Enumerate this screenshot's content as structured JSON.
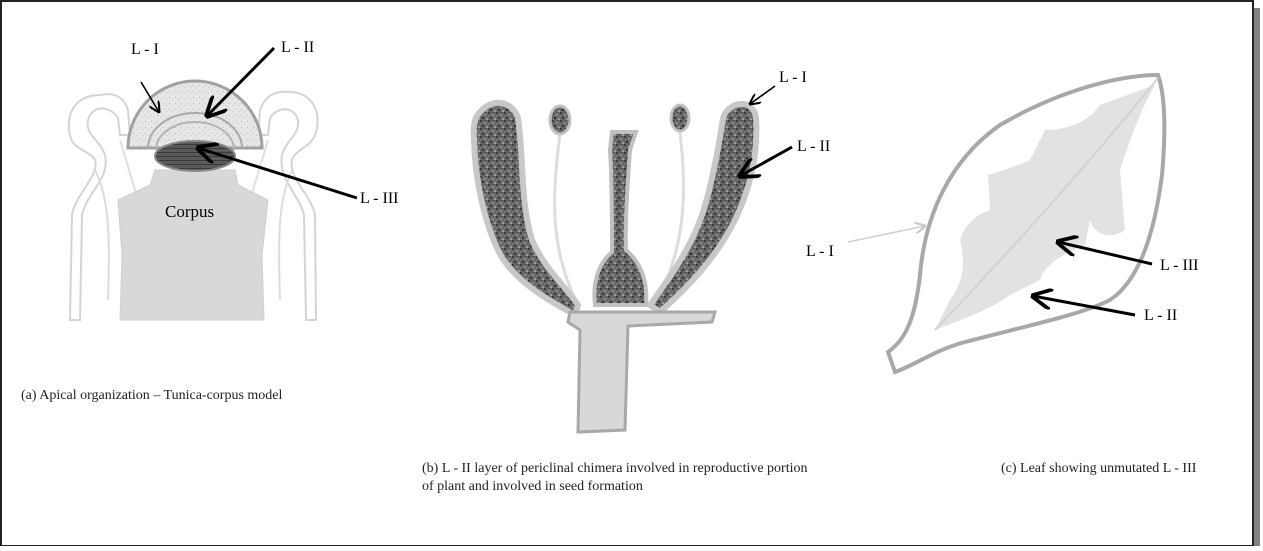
{
  "labels": {
    "l1": "L - I",
    "l2": "L - II",
    "l3": "L - III",
    "corpus": "Corpus"
  },
  "captions": {
    "a": "(a) Apical organization – Tunica-corpus model",
    "b": "(b) L - II layer of periclinal chimera involved in reproductive portion of plant and involved in seed formation",
    "c": "(c) Leaf showing unmutated L - III"
  },
  "colors": {
    "border": "#222222",
    "shadow": "#808080",
    "outline": "#a8a8a8",
    "light_fill": "#dedede",
    "mid_fill": "#cfcfcf",
    "dark_fill": "#5a5a5a"
  }
}
